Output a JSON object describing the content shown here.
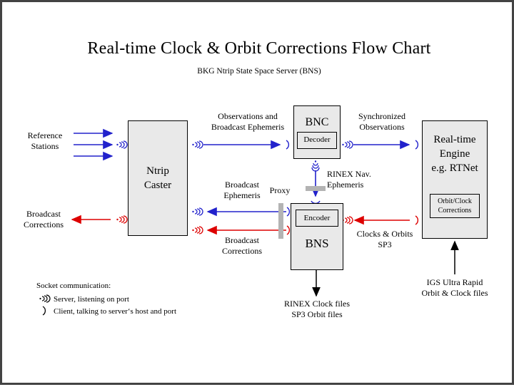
{
  "page": {
    "title": "Real-time Clock & Orbit Corrections Flow Chart",
    "subtitle": "BKG Ntrip State Space Server  (BNS)",
    "border_color": "#434343",
    "background": "#ffffff"
  },
  "colors": {
    "blue": "#2222cc",
    "red": "#dd0000",
    "black": "#000000",
    "box_fill": "#e9e9e9",
    "proxy_gray": "#b3b3b3"
  },
  "boxes": {
    "caster": {
      "label": "Ntrip\nCaster"
    },
    "bnc": {
      "label": "BNC",
      "sub_label": "Decoder"
    },
    "bns": {
      "label": "BNS",
      "sub_label": "Encoder"
    },
    "engine": {
      "label": "Real-time\nEngine\ne.g. RTNet",
      "sub_label": "Orbit/Clock\nCorrections"
    }
  },
  "labels": {
    "reference_stations": "Reference\nStations",
    "broadcast_corrections_left": "Broadcast\nCorrections",
    "observations_and_broadcast_ephemeris": "Observations and\nBroadcast Ephemeris",
    "synchronized_observations": "Synchronized\nObservations",
    "rinex_nav_ephemeris": "RINEX Nav.\nEphemeris",
    "broadcast_ephemeris": "Broadcast\nEphemeris",
    "broadcast_corrections_bns": "Broadcast\nCorrections",
    "proxy": "Proxy",
    "clocks_and_orbits_sp3": "Clocks & Orbits\nSP3",
    "rinex_clock_sp3_files": "RINEX Clock files\nSP3 Orbit files",
    "igs_ultra_rapid": "IGS Ultra Rapid\nOrbit & Clock files"
  },
  "legend": {
    "heading": "Socket communication:",
    "server": "Server,  listening on port",
    "client": "Client, talking to server‘s host and port",
    "server_icon": "socket-server-icon",
    "client_icon": "socket-client-icon"
  }
}
